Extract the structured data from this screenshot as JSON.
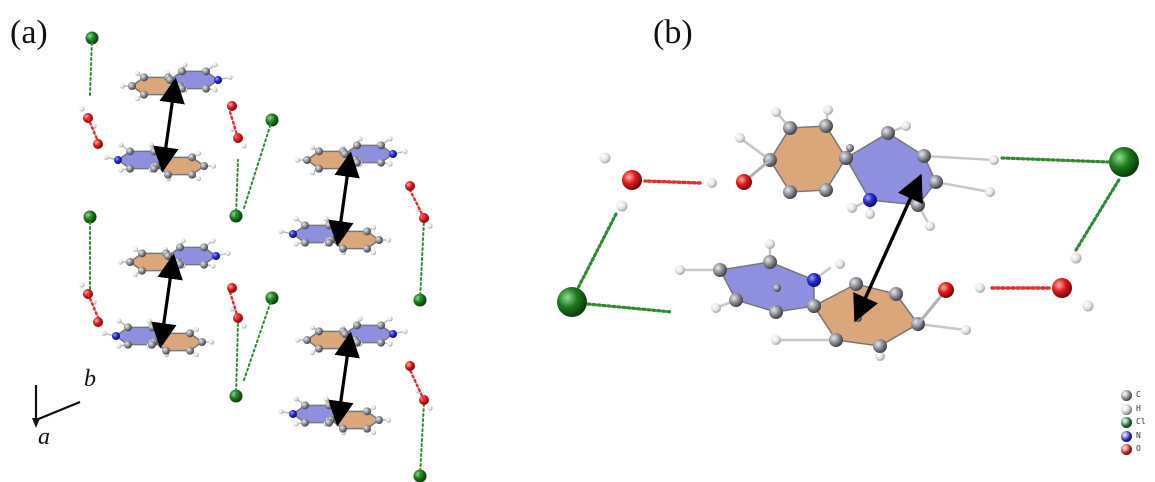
{
  "panels": {
    "a": {
      "label": "(a)"
    },
    "b": {
      "label": "(b)"
    }
  },
  "axes": {
    "b_label": "b",
    "a_label": "a"
  },
  "legend": [
    {
      "symbol": "C",
      "color": "#8c8c94"
    },
    {
      "symbol": "H",
      "color": "#e6e6e6"
    },
    {
      "symbol": "Cl",
      "color": "#1f7a1f"
    },
    {
      "symbol": "N",
      "color": "#2a2ad6"
    },
    {
      "symbol": "O",
      "color": "#e01c1c"
    }
  ],
  "colors": {
    "benzene_ring_fill": "#d9a77a",
    "pyridine_ring_fill": "#8f8fe0",
    "hydrogen_bond_o_h": "#e03030",
    "hydrogen_bond_cl": "#2e8b2e",
    "stacking_arrow": "#000000"
  }
}
